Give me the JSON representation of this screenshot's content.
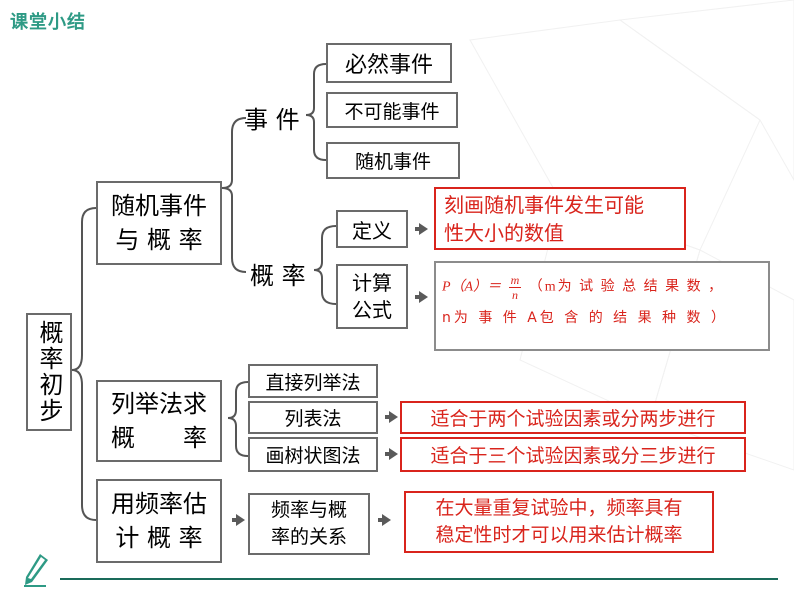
{
  "header": {
    "title": "课堂小结"
  },
  "root": {
    "label": "概率初步"
  },
  "sections": {
    "random": {
      "label_line1": "随机事件",
      "label_line2": "与 概 率"
    },
    "enum": {
      "label_line1": "列举法求",
      "label_line2": "概　　率"
    },
    "freq": {
      "label_line1": "用频率估",
      "label_line2": "计 概 率"
    }
  },
  "event": {
    "label": "事 件",
    "items": [
      "必然事件",
      "不可能事件",
      "随机事件"
    ]
  },
  "prob": {
    "label": "概 率",
    "definition": {
      "label": "定义",
      "text_line1": "刻画随机事件发生可能",
      "text_line2": "性大小的数值"
    },
    "formula": {
      "label_line1": "计算",
      "label_line2": "公式",
      "lhs": "P（A）＝",
      "num": "m",
      "den": "n",
      "line1_rest": "（m为 试 验 总 结 果 数 ，",
      "line2": "n为 事 件 A包 含 的 结 果 种 数 ）"
    }
  },
  "methods": {
    "direct": "直接列举法",
    "table": "列表法",
    "tree": "画树状图法",
    "table_note": "适合于两个试验因素或分两步进行",
    "tree_note": "适合于三个试验因素或分三步进行"
  },
  "frequency": {
    "label_line1": "频率与概",
    "label_line2": "率的关系",
    "note_line1": "在大量重复试验中，频率具有",
    "note_line2": "稳定性时才可以用来估计概率"
  }
}
